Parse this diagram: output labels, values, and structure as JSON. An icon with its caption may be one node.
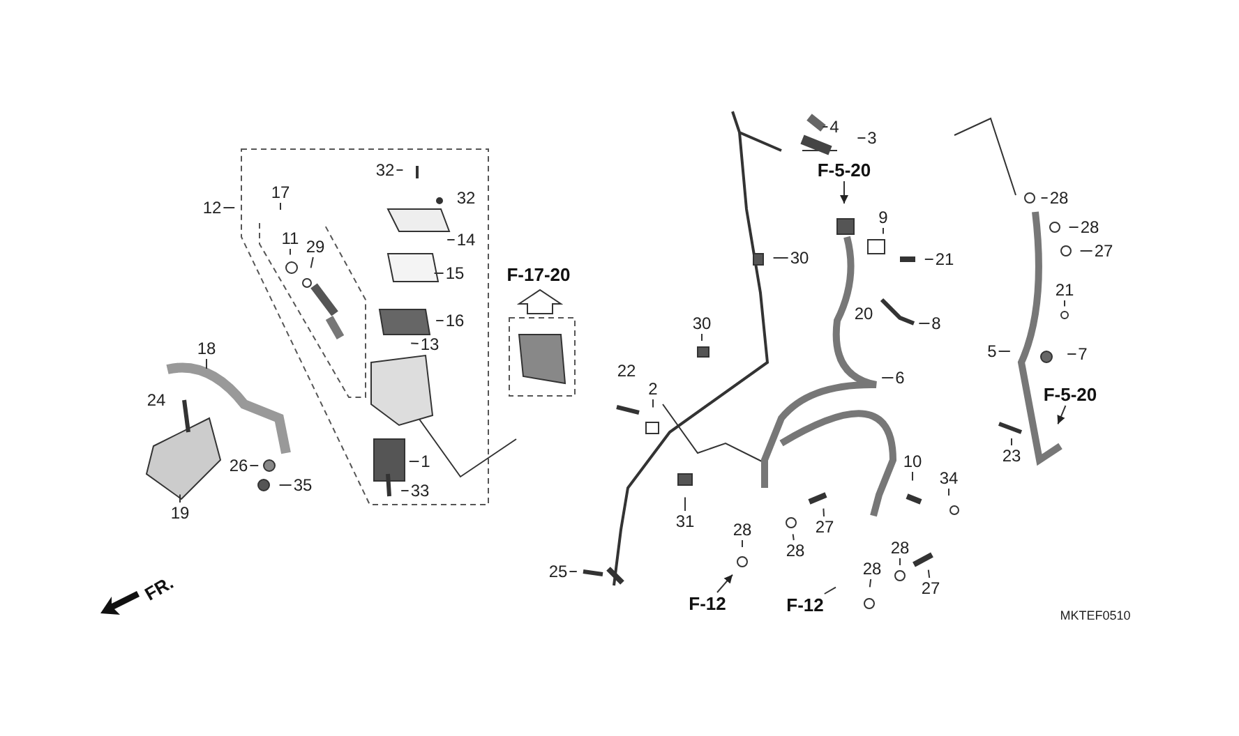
{
  "diagram": {
    "nodes": [
      {
        "text": [
          "12"
        ]
      },
      {
        "text": [
          "17"
        ]
      },
      {
        "text": [
          "11"
        ]
      },
      {
        "text": [
          "29"
        ]
      },
      {
        "text": [
          "32"
        ]
      },
      {
        "text": [
          "14"
        ]
      },
      {
        "text": [
          "15"
        ]
      },
      {
        "text": [
          "16"
        ]
      },
      {
        "text": [
          "13"
        ]
      },
      {
        "text": [
          "18"
        ]
      },
      {
        "text": [
          "26"
        ]
      },
      {
        "text": [
          "35"
        ]
      },
      {
        "text": [
          "19"
        ]
      },
      {
        "text": [
          "1"
        ]
      },
      {
        "text": [
          "33"
        ]
      },
      {
        "text": [
          "4"
        ]
      },
      {
        "text": [
          "3"
        ]
      },
      {
        "text": [
          "F-5-20"
        ]
      },
      {
        "text": [
          "9"
        ]
      },
      {
        "text": [
          "21"
        ]
      },
      {
        "text": [
          "30"
        ]
      },
      {
        "text": [
          "30"
        ]
      },
      {
        "text": [
          "8"
        ]
      },
      {
        "text": [
          "2"
        ]
      },
      {
        "text": [
          "6"
        ]
      },
      {
        "text": [
          "31"
        ]
      },
      {
        "text": [
          "25"
        ]
      },
      {
        "text": [
          "28"
        ]
      },
      {
        "text": [
          "28"
        ]
      },
      {
        "text": [
          "27"
        ]
      },
      {
        "text": [
          "F-12"
        ]
      },
      {
        "text": [
          "F-12"
        ]
      },
      {
        "text": [
          "10"
        ]
      },
      {
        "text": [
          "34"
        ]
      },
      {
        "text": [
          "28"
        ]
      },
      {
        "text": [
          "28"
        ]
      },
      {
        "text": [
          "27"
        ]
      },
      {
        "text": [
          "28"
        ]
      },
      {
        "text": [
          "28"
        ]
      },
      {
        "text": [
          "27"
        ]
      },
      {
        "text": [
          "21"
        ]
      },
      {
        "text": [
          "5"
        ]
      },
      {
        "text": [
          "7"
        ]
      },
      {
        "text": [
          "F-5-20"
        ]
      },
      {
        "text": [
          "23"
        ]
      }
    ],
    "edges": [
      {
        "from": 0,
        "to": null,
        "arrow": "none"
      },
      {
        "from": 1,
        "to": null,
        "arrow": "none"
      },
      {
        "from": 2,
        "to": null,
        "arrow": "none"
      },
      {
        "from": 3,
        "to": null,
        "arrow": "none"
      },
      {
        "from": 4,
        "to": null,
        "arrow": "none"
      },
      {
        "from": 5,
        "to": null,
        "arrow": "none"
      },
      {
        "from": 6,
        "to": null,
        "arrow": "none"
      },
      {
        "from": 7,
        "to": null,
        "arrow": "none"
      },
      {
        "from": 8,
        "to": null,
        "arrow": "none"
      },
      {
        "from": 9,
        "to": null,
        "arrow": "none"
      },
      {
        "from": 10,
        "to": null,
        "arrow": "none"
      },
      {
        "from": 11,
        "to": null,
        "arrow": "none"
      },
      {
        "from": 12,
        "to": null,
        "arrow": "none"
      },
      {
        "from": 13,
        "to": null,
        "arrow": "none"
      },
      {
        "from": 14,
        "to": null,
        "arrow": "none"
      },
      {
        "from": 15,
        "to": null,
        "arrow": "none"
      },
      {
        "from": 16,
        "to": null,
        "arrow": "none"
      },
      {
        "from": 17,
        "to": null,
        "arrow": "to"
      },
      {
        "from": 18,
        "to": null,
        "arrow": "none"
      },
      {
        "from": 19,
        "to": null,
        "arrow": "none"
      },
      {
        "from": 20,
        "to": null,
        "arrow": "none"
      },
      {
        "from": 21,
        "to": null,
        "arrow": "none"
      },
      {
        "from": 22,
        "to": null,
        "arrow": "none"
      },
      {
        "from": 23,
        "to": null,
        "arrow": "none"
      },
      {
        "from": 24,
        "to": null,
        "arrow": "none"
      },
      {
        "from": 25,
        "to": null,
        "arrow": "none"
      },
      {
        "from": 26,
        "to": null,
        "arrow": "none"
      },
      {
        "from": 27,
        "to": null,
        "arrow": "none"
      },
      {
        "from": 28,
        "to": null,
        "arrow": "none"
      },
      {
        "from": 29,
        "to": null,
        "arrow": "none"
      },
      {
        "from": 30,
        "to": null,
        "arrow": "to"
      },
      {
        "from": 31,
        "to": null,
        "arrow": "none"
      },
      {
        "from": 32,
        "to": null,
        "arrow": "none"
      },
      {
        "from": 33,
        "to": null,
        "arrow": "none"
      },
      {
        "from": 34,
        "to": null,
        "arrow": "none"
      },
      {
        "from": 35,
        "to": null,
        "arrow": "none"
      },
      {
        "from": 36,
        "to": null,
        "arrow": "none"
      },
      {
        "from": 37,
        "to": null,
        "arrow": "none"
      },
      {
        "from": 38,
        "to": null,
        "arrow": "none"
      },
      {
        "from": 39,
        "to": null,
        "arrow": "none"
      },
      {
        "from": 40,
        "to": null,
        "arrow": "none"
      },
      {
        "from": 41,
        "to": null,
        "arrow": "none"
      },
      {
        "from": 42,
        "to": null,
        "arrow": "none"
      },
      {
        "from": 43,
        "to": null,
        "arrow": "to"
      },
      {
        "from": 44,
        "to": null,
        "arrow": "none"
      }
    ],
    "labels": [
      "32",
      "24",
      "F-17-20",
      "20",
      "22",
      "FR.",
      "MKTEF0510"
    ]
  }
}
